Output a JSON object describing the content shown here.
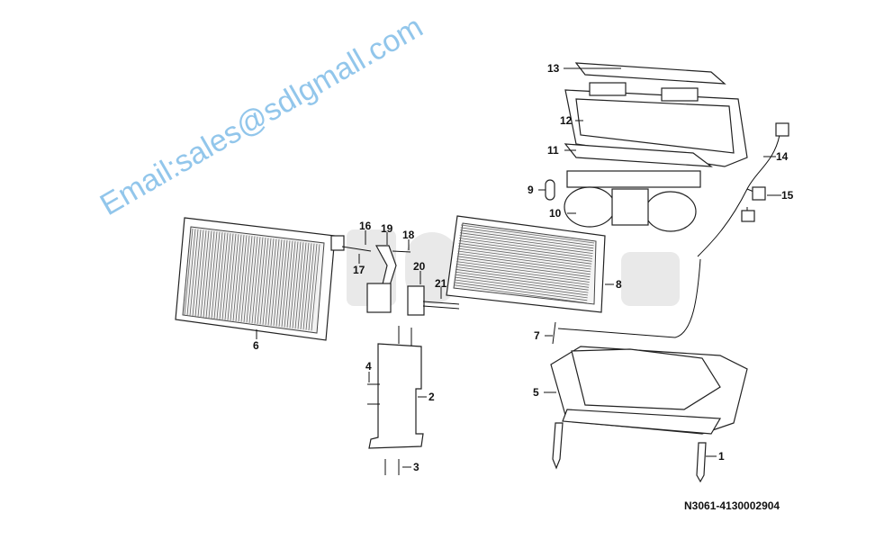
{
  "diagram": {
    "drawing_number": "N3061-4130002904",
    "watermark": "Email:sales@sdlgmall.com",
    "callouts": [
      "1",
      "2",
      "3",
      "4",
      "5",
      "6",
      "7",
      "8",
      "9",
      "10",
      "11",
      "12",
      "13",
      "14",
      "15",
      "16",
      "17",
      "18",
      "19",
      "20",
      "21"
    ]
  },
  "colors": {
    "watermark": "#7fbde8",
    "line": "#111111"
  }
}
